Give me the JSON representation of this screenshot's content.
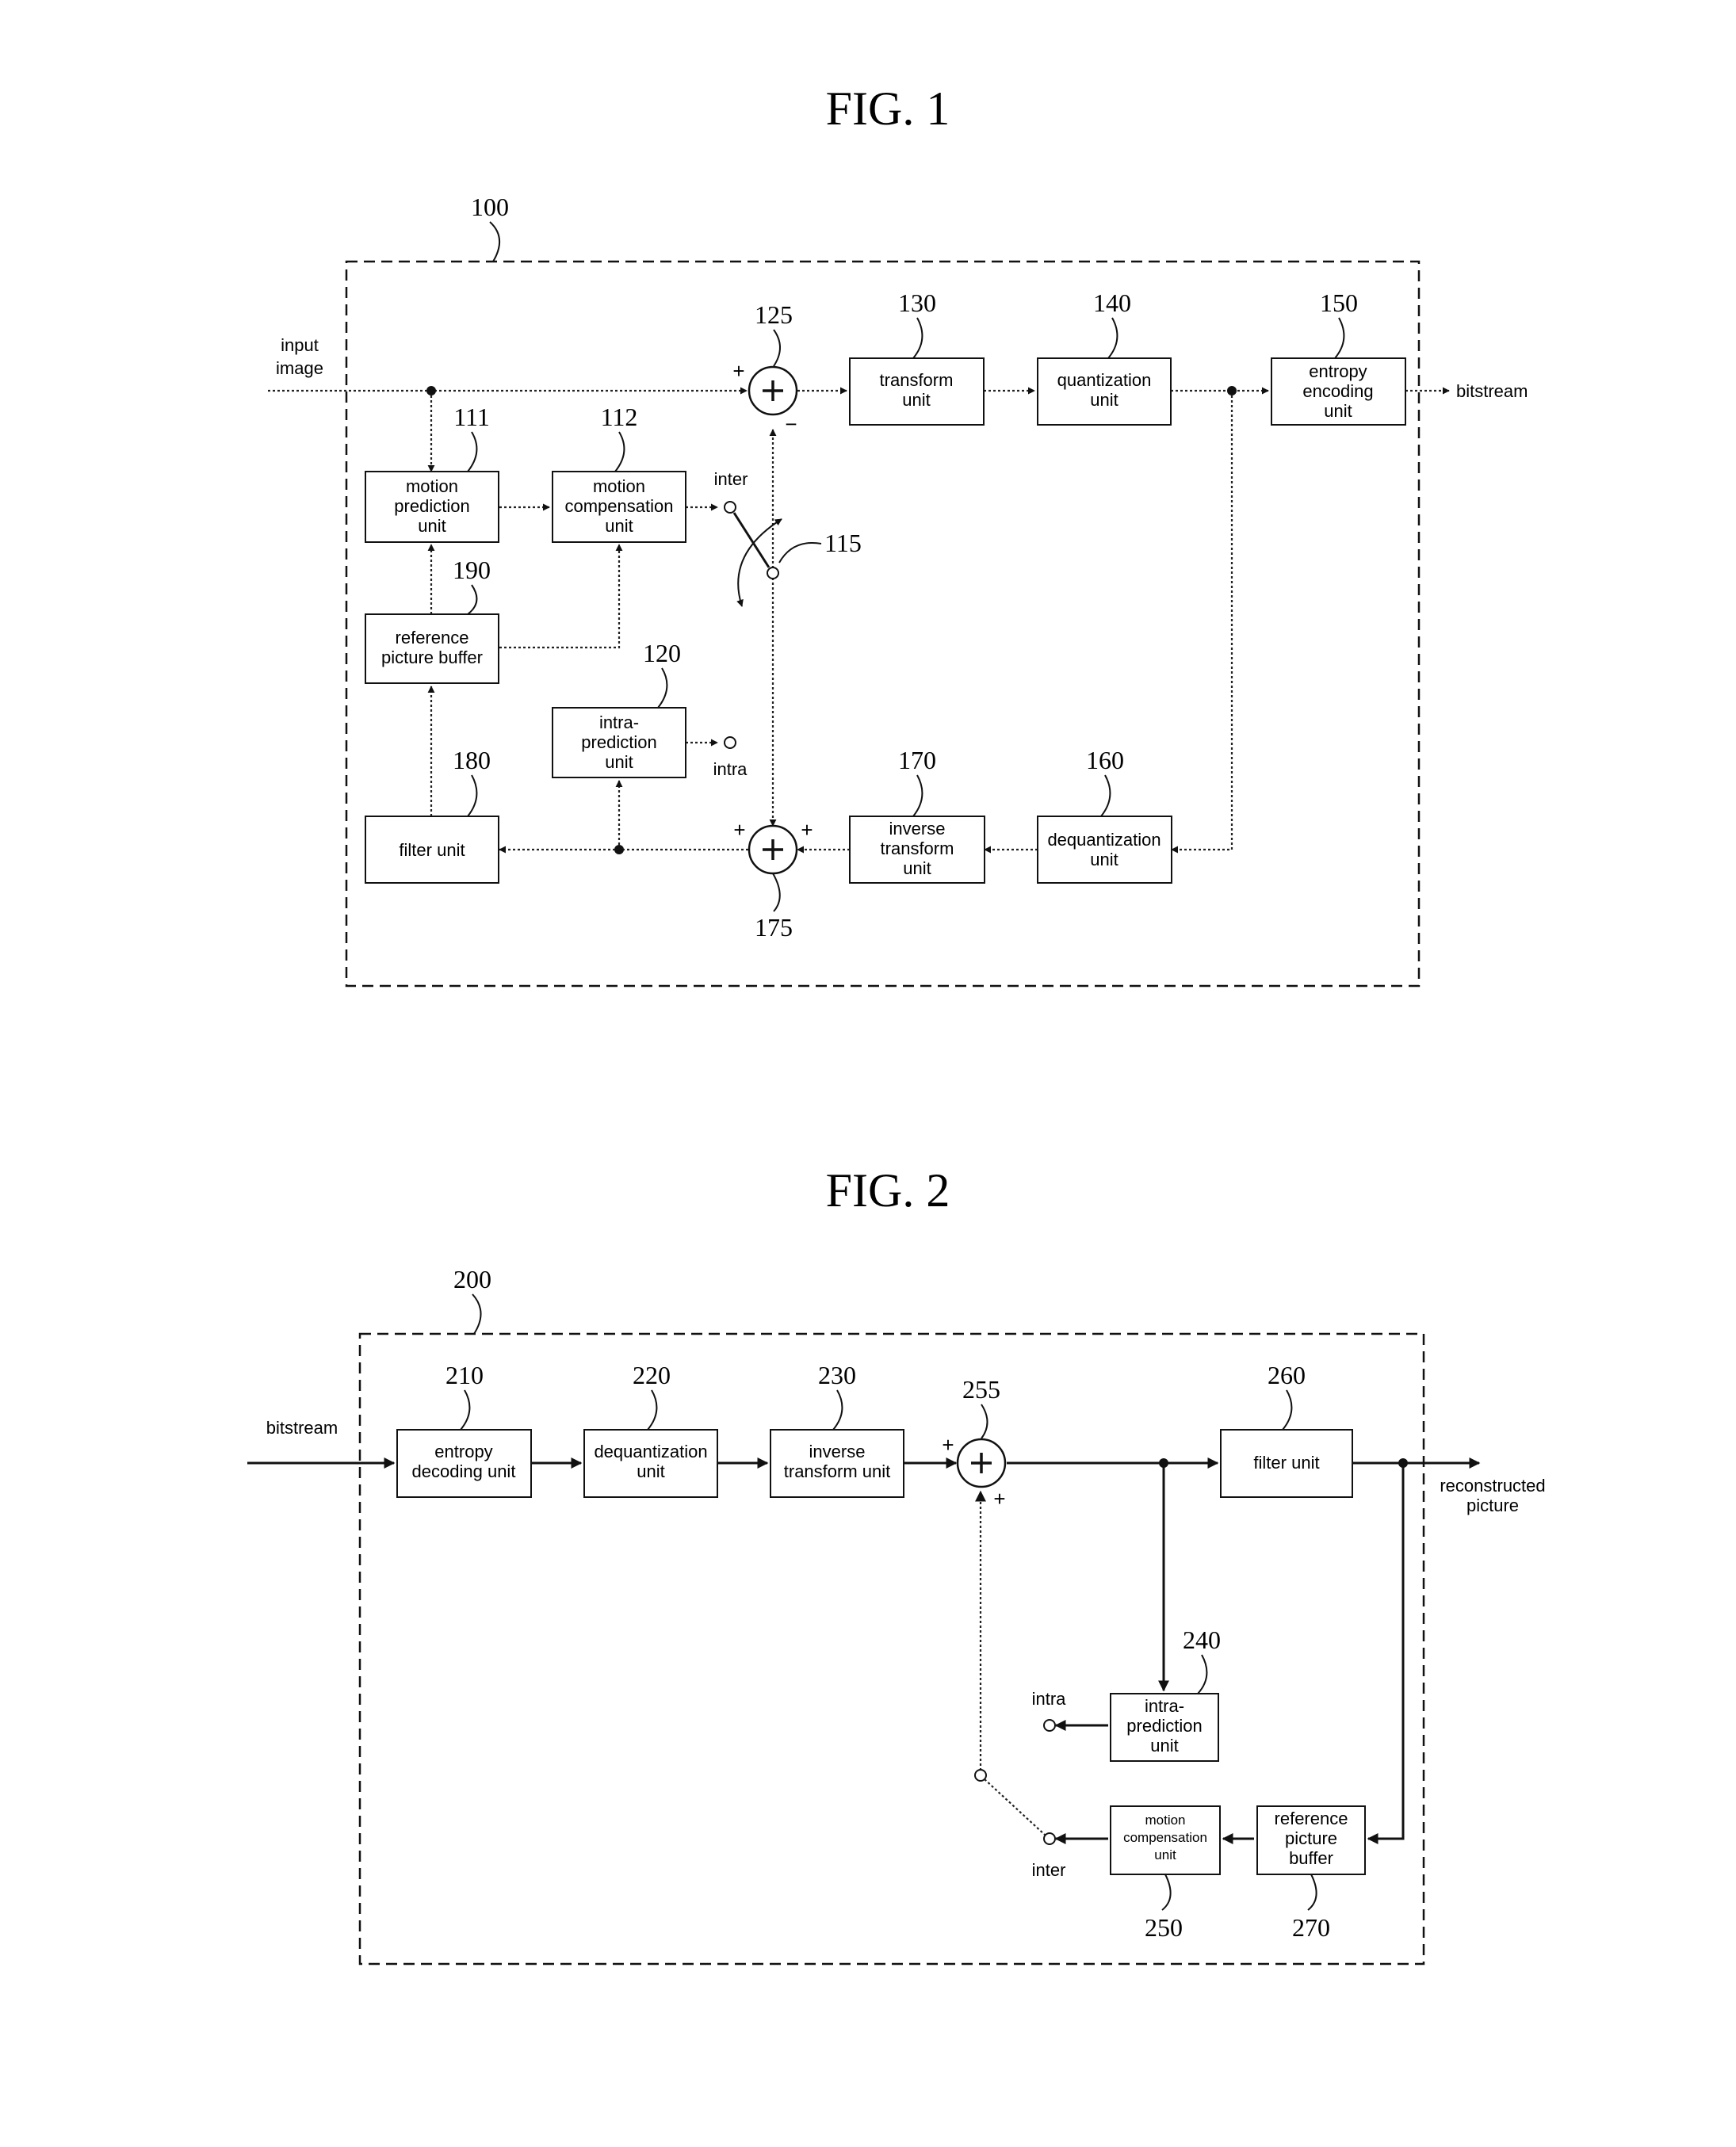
{
  "fig1": {
    "title": "FIG. 1",
    "ref_system": "100",
    "input_label": [
      "input",
      "image"
    ],
    "output_label": "bitstream",
    "blocks": {
      "motion_prediction": {
        "ref": "111",
        "lines": [
          "motion",
          "prediction",
          "unit"
        ]
      },
      "motion_compensation": {
        "ref": "112",
        "lines": [
          "motion",
          "compensation",
          "unit"
        ]
      },
      "reference_buffer": {
        "ref": "190",
        "lines": [
          "reference",
          "picture buffer"
        ]
      },
      "intra_prediction": {
        "ref": "120",
        "lines": [
          "intra-",
          "prediction",
          "unit"
        ]
      },
      "filter": {
        "ref": "180",
        "lines": [
          "filter unit"
        ]
      },
      "transform": {
        "ref": "130",
        "lines": [
          "transform",
          "unit"
        ]
      },
      "quantization": {
        "ref": "140",
        "lines": [
          "quantization",
          "unit"
        ]
      },
      "entropy_encoding": {
        "ref": "150",
        "lines": [
          "entropy",
          "encoding",
          "unit"
        ]
      },
      "inverse_transform": {
        "ref": "170",
        "lines": [
          "inverse",
          "transform",
          "unit"
        ]
      },
      "dequantization": {
        "ref": "160",
        "lines": [
          "dequantization",
          "unit"
        ]
      }
    },
    "subtractor": {
      "ref": "125",
      "plus": "+",
      "minus": "−"
    },
    "adder": {
      "ref": "175",
      "plus_left": "+",
      "plus_right": "+"
    },
    "switch": {
      "ref": "115",
      "inter": "inter",
      "intra": "intra"
    }
  },
  "fig2": {
    "title": "FIG. 2",
    "ref_system": "200",
    "input_label": "bitstream",
    "output_label": [
      "reconstructed",
      "picture"
    ],
    "blocks": {
      "entropy_decoding": {
        "ref": "210",
        "lines": [
          "entropy",
          "decoding unit"
        ]
      },
      "dequantization": {
        "ref": "220",
        "lines": [
          "dequantization",
          "unit"
        ]
      },
      "inverse_transform": {
        "ref": "230",
        "lines": [
          "inverse",
          "transform  unit"
        ]
      },
      "filter": {
        "ref": "260",
        "lines": [
          "filter unit"
        ]
      },
      "intra_prediction": {
        "ref": "240",
        "lines": [
          "intra-",
          "prediction",
          "unit"
        ]
      },
      "motion_compensation": {
        "ref": "250",
        "lines": [
          "motion",
          "compensation",
          "unit"
        ]
      },
      "reference_buffer": {
        "ref": "270",
        "lines": [
          "reference",
          "picture",
          "buffer"
        ]
      }
    },
    "adder": {
      "ref": "255",
      "plus_left": "+",
      "plus_bottom": "+"
    },
    "switch": {
      "inter": "inter",
      "intra": "intra"
    }
  }
}
